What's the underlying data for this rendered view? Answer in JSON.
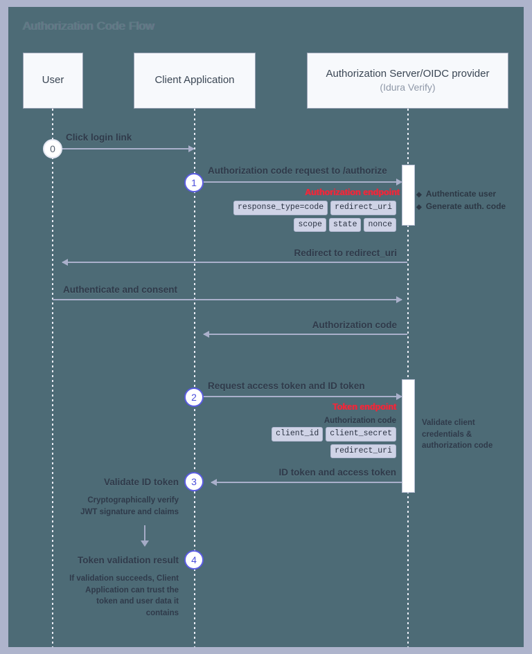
{
  "title": "Authorization Code Flow",
  "colors": {
    "background": "#4d6b76",
    "box_fill": "#f7f9fc",
    "box_border": "#9aa3b5",
    "lifeline": "#e9ecf5",
    "arrow": "#aab0cb",
    "step_accent": "#5a5ce0",
    "endpoint_red": "#f2293a",
    "chip_fill": "#cfd3e6",
    "text_dark": "#2f3a4a"
  },
  "participants": [
    {
      "id": "user",
      "label": "User",
      "sub": ""
    },
    {
      "id": "client",
      "label": "Client Application",
      "sub": ""
    },
    {
      "id": "server",
      "label": "Authorization Server/OIDC provider",
      "sub": "(Idura Verify)"
    }
  ],
  "steps": [
    {
      "number": "0"
    },
    {
      "number": "1"
    },
    {
      "number": "2"
    },
    {
      "number": "3"
    },
    {
      "number": "4"
    }
  ],
  "messages": [
    {
      "id": "m0",
      "label": "Click login link",
      "from": "user",
      "to": "client"
    },
    {
      "id": "m1",
      "label": "Authorization code request to /authorize",
      "from": "client",
      "to": "server"
    },
    {
      "id": "m2",
      "label": "Redirect to redirect_uri",
      "from": "server",
      "to": "user"
    },
    {
      "id": "m3",
      "label": "Authenticate and consent",
      "from": "user",
      "to": "server"
    },
    {
      "id": "m4",
      "label": "Authorization code",
      "from": "server",
      "to": "client"
    },
    {
      "id": "m5",
      "label": "Request access token and ID token",
      "from": "client",
      "to": "server"
    },
    {
      "id": "m6",
      "label": "ID token and access token",
      "from": "server",
      "to": "client"
    }
  ],
  "endpoints": {
    "authorization": "Authorization endpoint",
    "token": "Token endpoint"
  },
  "chips": {
    "authorize_row1": [
      "response_type=code",
      "redirect_uri",
      "scope"
    ],
    "authorize_row2": [
      "state",
      "nonce"
    ],
    "token_row1": [
      "client_id",
      "client_secret"
    ],
    "token_row2": [
      "redirect_uri"
    ]
  },
  "notes": {
    "server_actions": [
      "Authenticate user",
      "Generate auth. code"
    ],
    "token_auth_code": "Authorization code",
    "validate_credentials": "Validate client\ncredentials &\nauthorization code",
    "validate_id_token_title": "Validate ID token",
    "validate_id_token_body": "Cryptographically verify\nJWT signature and claims",
    "token_validation_title": "Token validation result",
    "token_validation_body": "If validation succeeds, Client\nApplication can trust the\ntoken and user data it\ncontains"
  }
}
